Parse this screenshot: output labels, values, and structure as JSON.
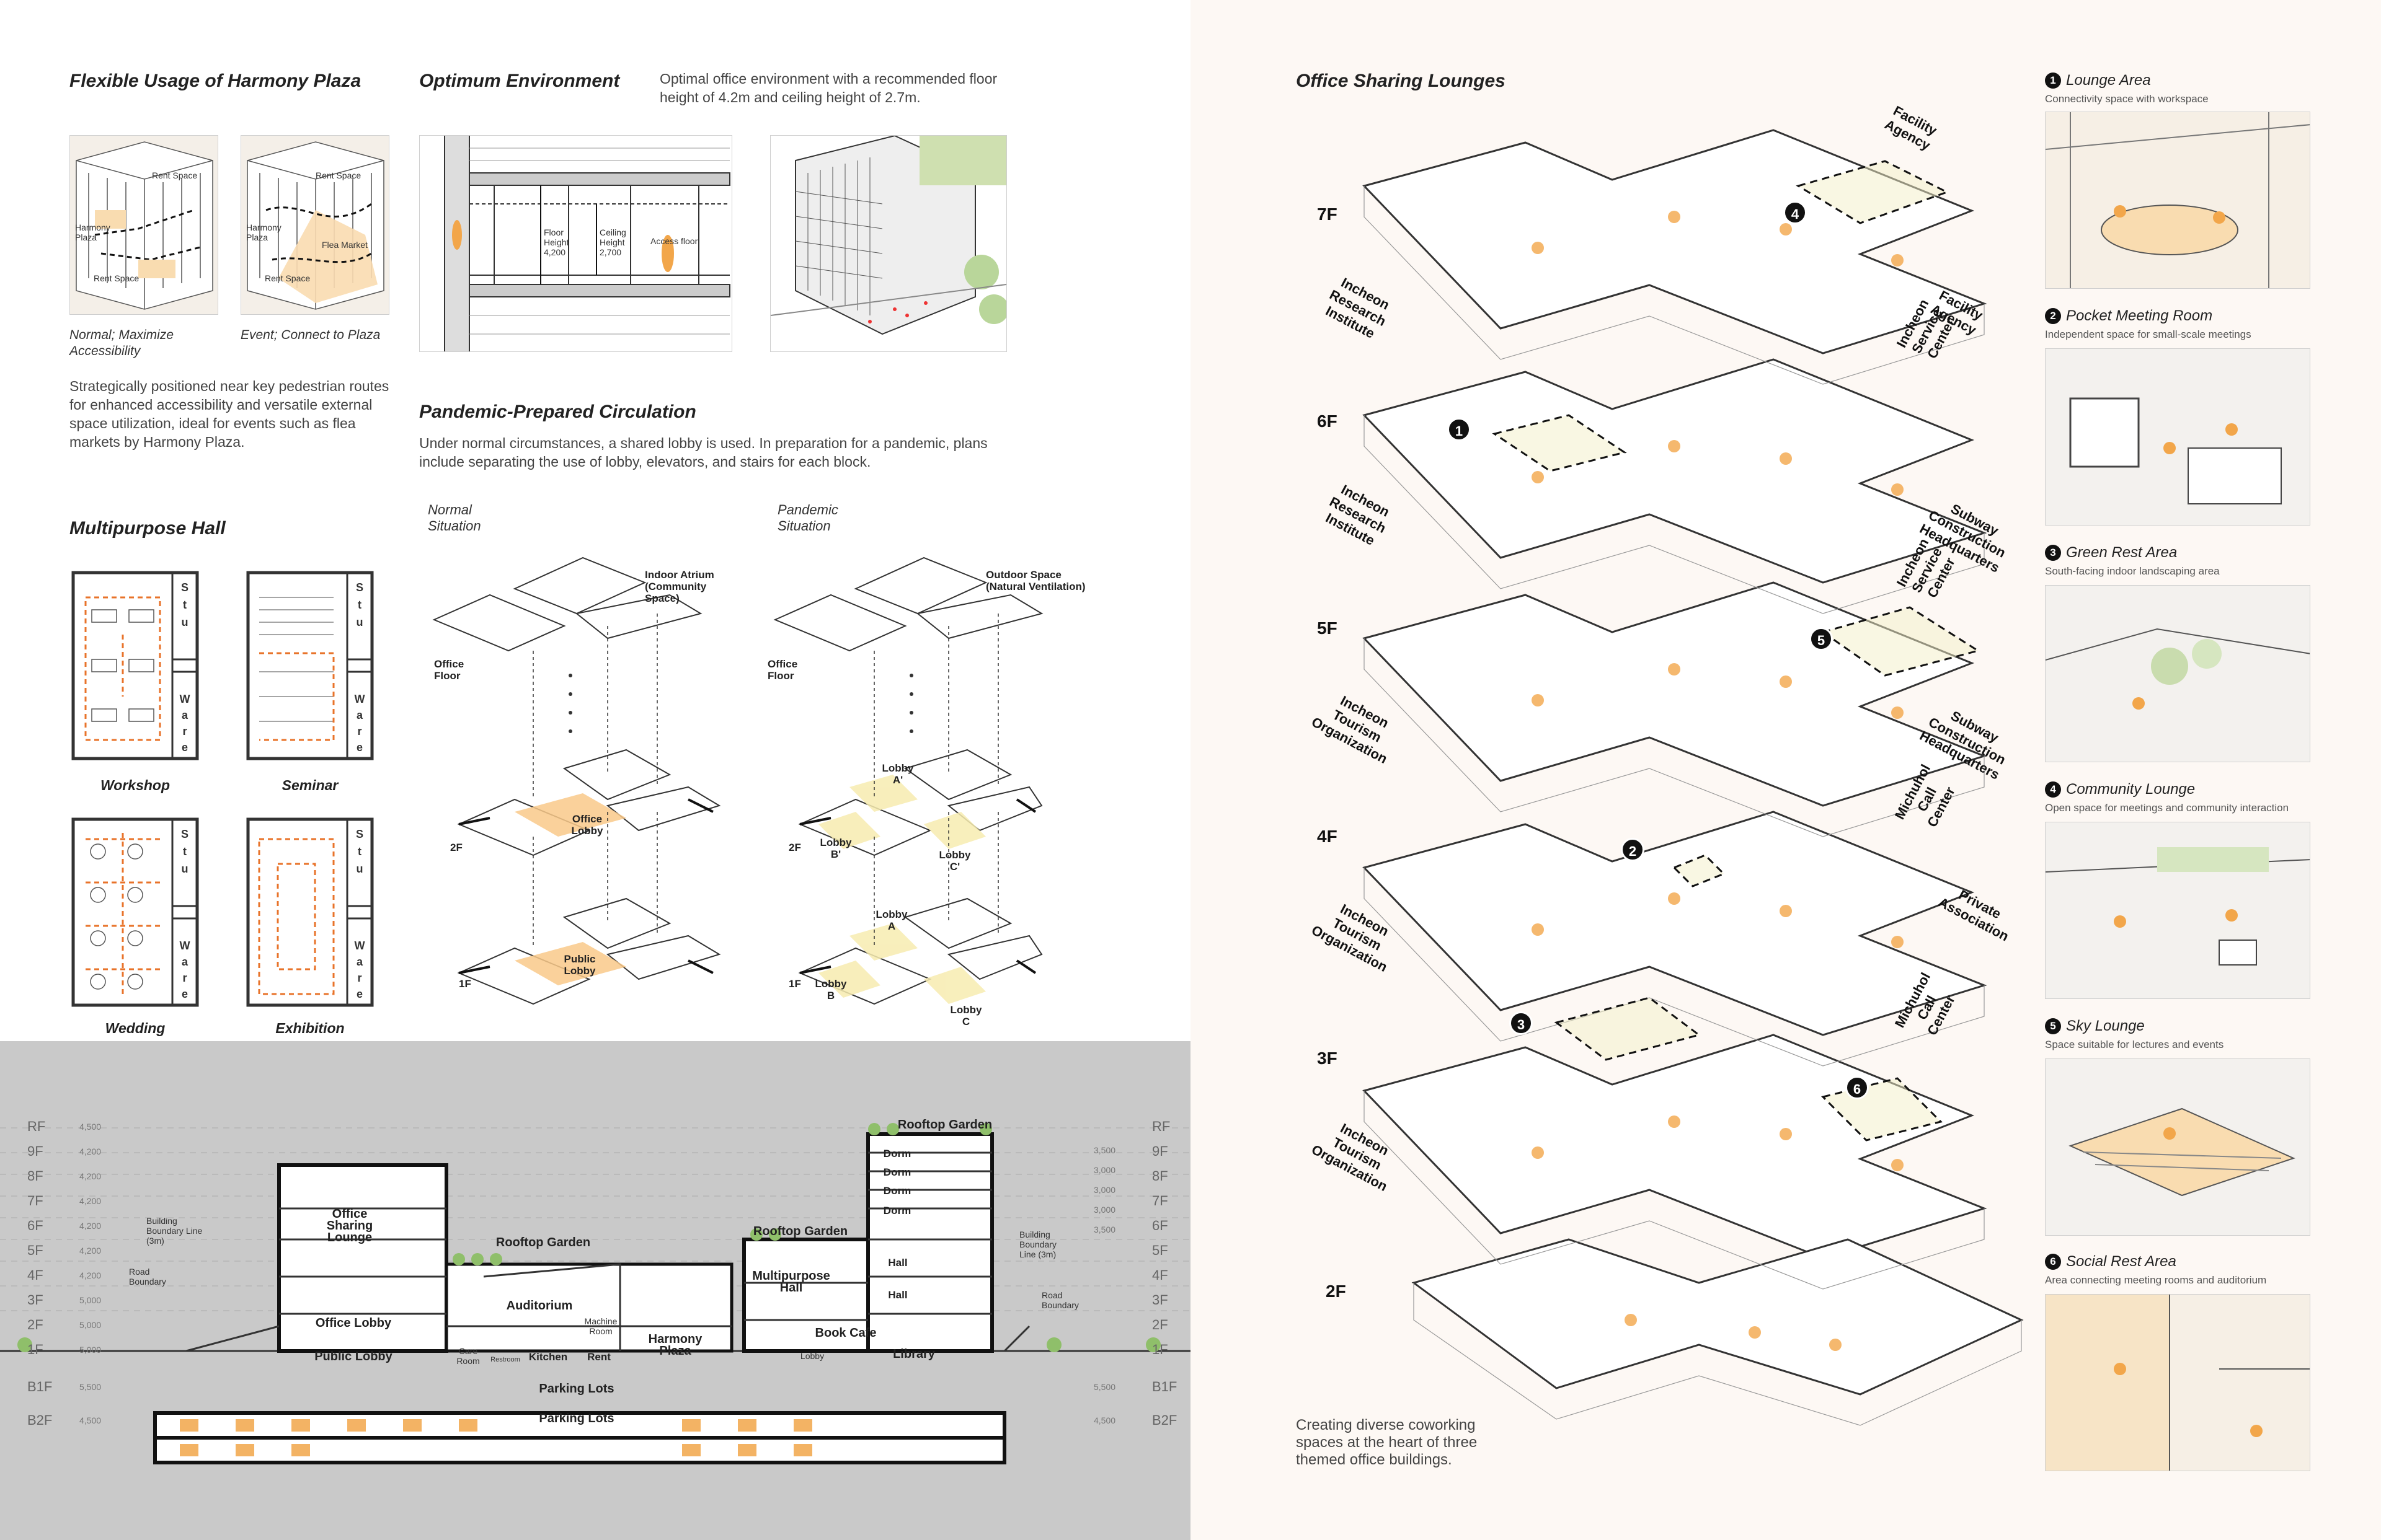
{
  "colors": {
    "accent": "#f2a64a",
    "accent_light": "#f9dcb0",
    "line": "#333333",
    "lane_orange": "#e8732a",
    "section_bg": "#c9c9c9",
    "right_bg": "#fdf8f4"
  },
  "plaza": {
    "title": "Flexible Usage of Harmony Plaza",
    "caption_1": "Normal; Maximize Accessibility",
    "caption_2": "Event; Connect to Plaza",
    "labels_1": [
      "Rent Space",
      "Harmony Plaza",
      "Rent Space"
    ],
    "labels_2": [
      "Rent Space",
      "Harmony Plaza",
      "Flea Market",
      "Rent Space"
    ],
    "body": "Strategically positioned near key pedestrian routes for enhanced accessibility and versatile external space utilization, ideal for events such as flea markets by Harmony Plaza."
  },
  "environment": {
    "title": "Optimum Environment",
    "body": "Optimal office environment with a recommended floor height of 4.2m and ceiling height of 2.7m.",
    "labels": [
      "Floor Height 4,200",
      "Ceiling Height 2,700",
      "Access floor"
    ]
  },
  "circulation": {
    "title": "Pandemic-Prepared Circulation",
    "body": "Under normal circumstances, a shared lobby is used. In preparation for a pandemic, plans include separating the use of lobby, elevators, and stairs for each block.",
    "normal_label": "Normal Situation",
    "pandemic_label": "Pandemic Situation",
    "normal_tags": [
      "Indoor Atrium (Community Space)",
      "Office Floor",
      "Office Lobby",
      "Public Lobby",
      "2F",
      "1F"
    ],
    "pandemic_tags": [
      "Outdoor Space (Natural Ventilation)",
      "Office Floor",
      "Lobby A'",
      "Lobby B'",
      "Lobby C'",
      "Lobby A",
      "Lobby B",
      "Lobby C",
      "2F",
      "1F"
    ]
  },
  "hall": {
    "title": "Multipurpose Hall",
    "plans": [
      "Workshop",
      "Seminar",
      "Wedding",
      "Exhibition"
    ],
    "storage_label": "Stu Ware"
  },
  "section": {
    "left_floors": [
      "RF",
      "9F",
      "8F",
      "7F",
      "6F",
      "5F",
      "4F",
      "3F",
      "2F",
      "1F",
      "B1F",
      "B2F"
    ],
    "left_heights": [
      "4,500",
      "4,200",
      "4,200",
      "4,200",
      "4,200",
      "4,200",
      "4,200",
      "5,000",
      "5,000",
      "5,000",
      "5,500",
      "4,500"
    ],
    "right_floors": [
      "RF",
      "9F",
      "8F",
      "7F",
      "6F",
      "5F",
      "4F",
      "3F",
      "2F",
      "1F",
      "B1F",
      "B2F"
    ],
    "right_heights": [
      "3,500",
      "3,000",
      "3,000",
      "3,000",
      "3,500",
      "",
      "",
      "",
      "",
      "",
      "5,500",
      "4,500"
    ],
    "labels": {
      "office_sharing": "Office Sharing Lounge",
      "rooftop_1": "Rooftop Garden",
      "auditorium": "Auditorium",
      "office_lobby": "Office Lobby",
      "public_lobby": "Public Lobby",
      "care_room": "Care Room",
      "restroom": "Restroom",
      "kitchen": "Kitchen",
      "rent": "Rent",
      "machine_room": "Machine Room",
      "harmony_plaza": "Harmony Plaza",
      "parking_1": "Parking Lots",
      "parking_2": "Parking Lots",
      "rooftop_2": "Rooftop Garden",
      "multipurpose": "Multipurpose Hall",
      "book_cafe": "Book Cafe",
      "library": "Library",
      "lobby": "Lobby",
      "rooftop_3": "Rooftop Garden",
      "dorm": [
        "Dorm",
        "Dorm",
        "Dorm",
        "Dorm"
      ],
      "hall": [
        "Hall",
        "Hall"
      ],
      "boundary_left": "Building Boundary Line (3m)",
      "road_left": "Road Boundary",
      "boundary_right": "Building Boundary Line (3m)",
      "road_right": "Road Boundary"
    }
  },
  "lounges": {
    "title": "Office Sharing Lounges",
    "floors": [
      "7F",
      "6F",
      "5F",
      "4F",
      "3F",
      "2F"
    ],
    "tenants_left": [
      "Incheon Research Institute",
      "Incheon Research Institute",
      "Incheon Tourism Organization",
      "Incheon Tourism Organization",
      "Incheon Tourism Organization"
    ],
    "tenants_right": [
      "Facility Agency",
      "Facility Agency",
      "Incheon Service Center",
      "Subway Construction Headquarters",
      "Incheon Service Center",
      "Subway Construction Headquarters",
      "Michuhol Call Center",
      "Private Association",
      "Michuhol Call Center"
    ],
    "badges": [
      "4",
      "1",
      "5",
      "2",
      "3",
      "6"
    ],
    "footer": "Creating diverse coworking spaces at the heart of three themed office buildings.",
    "callouts": [
      {
        "num": "1",
        "title": "Lounge Area",
        "desc": "Connectivity space with workspace"
      },
      {
        "num": "2",
        "title": "Pocket Meeting Room",
        "desc": "Independent space for small-scale meetings"
      },
      {
        "num": "3",
        "title": "Green Rest Area",
        "desc": "South-facing indoor landscaping area"
      },
      {
        "num": "4",
        "title": "Community Lounge",
        "desc": "Open space for meetings and community interaction"
      },
      {
        "num": "5",
        "title": "Sky Lounge",
        "desc": "Space suitable for lectures and events"
      },
      {
        "num": "6",
        "title": "Social Rest Area",
        "desc": "Area connecting meeting rooms and auditorium"
      }
    ]
  }
}
